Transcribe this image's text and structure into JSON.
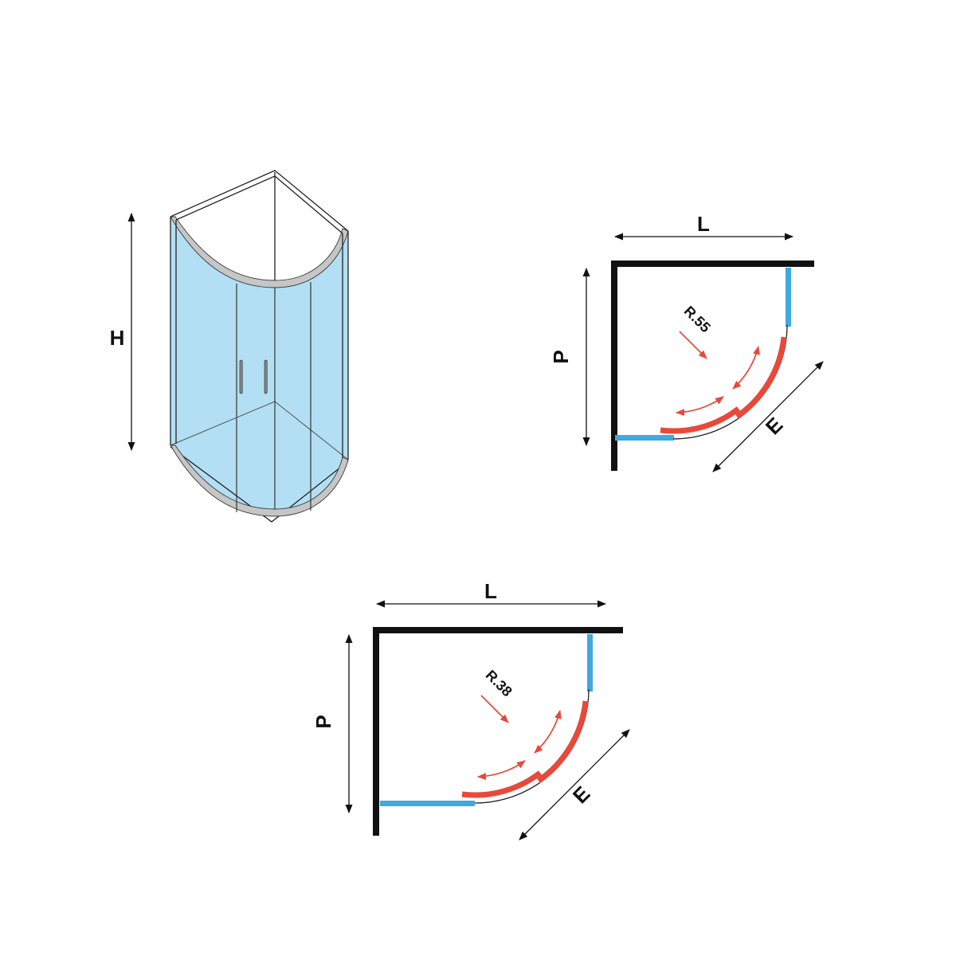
{
  "colors": {
    "line": "#111111",
    "glass": "#aadcf2",
    "fixed_panel": "#3fa9e0",
    "door": "#e8493a",
    "frame": "#c6c6c6"
  },
  "isometric_view": {
    "height_label": "H"
  },
  "plan_view_r55": {
    "width_label": "L",
    "depth_label": "P",
    "entry_label": "E",
    "radius_label": "R.55"
  },
  "plan_view_r38": {
    "width_label": "L",
    "depth_label": "P",
    "entry_label": "E",
    "radius_label": "R.38"
  }
}
